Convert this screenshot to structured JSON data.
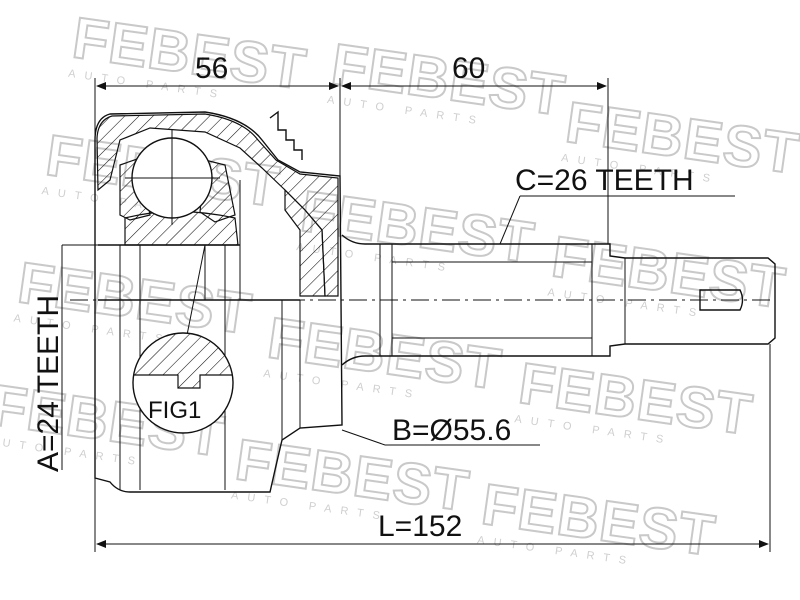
{
  "watermark": {
    "brand": "FEBEST",
    "tagline": "AUTO PARTS"
  },
  "dimensions": {
    "top_left_length": "56",
    "top_right_length": "60",
    "overall_length": "L=152",
    "outer_spline": "C=26 TEETH",
    "inner_spline": "A=24 TEETH",
    "abs_diameter": "B=Ø55.6"
  },
  "callouts": {
    "figure_label": "FIG1"
  }
}
